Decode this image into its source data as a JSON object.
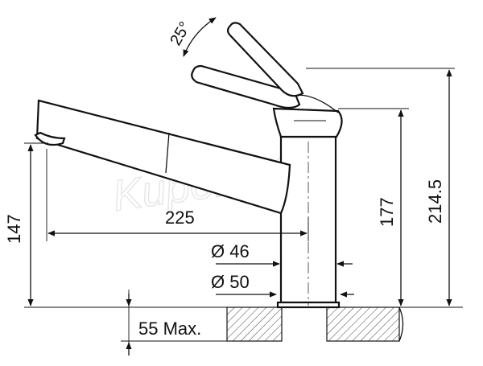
{
  "dimensions": {
    "lever_angle": "25°",
    "spout_reach": "225",
    "spout_height": "147",
    "body_height": "177",
    "total_height": "214.5",
    "hole_diameter_46": "Ø 46",
    "base_diameter_50": "Ø 50",
    "max_counter_thickness": "55 Max."
  },
  "watermark": "KupelneSK"
}
